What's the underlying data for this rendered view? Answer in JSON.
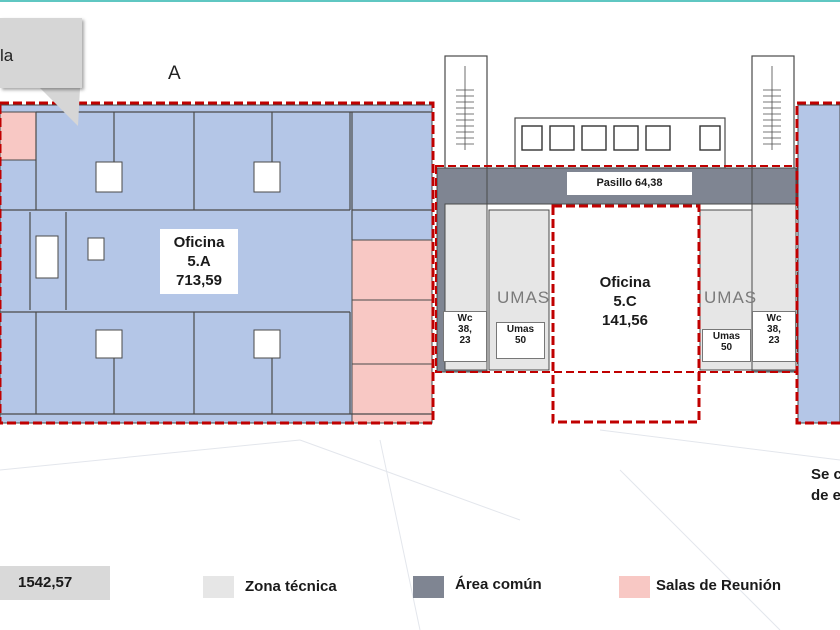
{
  "callout": {
    "text": "la"
  },
  "zone_letter": "A",
  "offices": [
    {
      "name": "Oficina",
      "code": "5.A",
      "area": "713,59"
    },
    {
      "name": "Oficina",
      "code": "5.C",
      "area": "141,56"
    }
  ],
  "pasillo": "Pasillo 64,38",
  "wc_boxes": [
    {
      "l1": "Wc",
      "l2": "38,",
      "l3": "23"
    },
    {
      "l1": "Wc",
      "l2": "38,",
      "l3": "23"
    }
  ],
  "umas_boxes": [
    {
      "l1": "Umas",
      "l2": "50"
    },
    {
      "l1": "Umas",
      "l2": "50"
    }
  ],
  "umas_plan_label": "UMAS",
  "right_note": {
    "line1": "Se c",
    "line2": "de e"
  },
  "total": "1542,57",
  "legend": [
    {
      "label": "Zona técnica",
      "color": "#e6e6e6"
    },
    {
      "label": "Área común",
      "color": "#7f8592"
    },
    {
      "label": "Salas de Reunión",
      "color": "#f8c8c4"
    }
  ],
  "colors": {
    "office_blue": "#b4c6e7",
    "meeting_pink": "#f8c8c4",
    "common_gray": "#7f8592",
    "technical_gray": "#e6e6e6",
    "boundary_red": "#c00000"
  }
}
